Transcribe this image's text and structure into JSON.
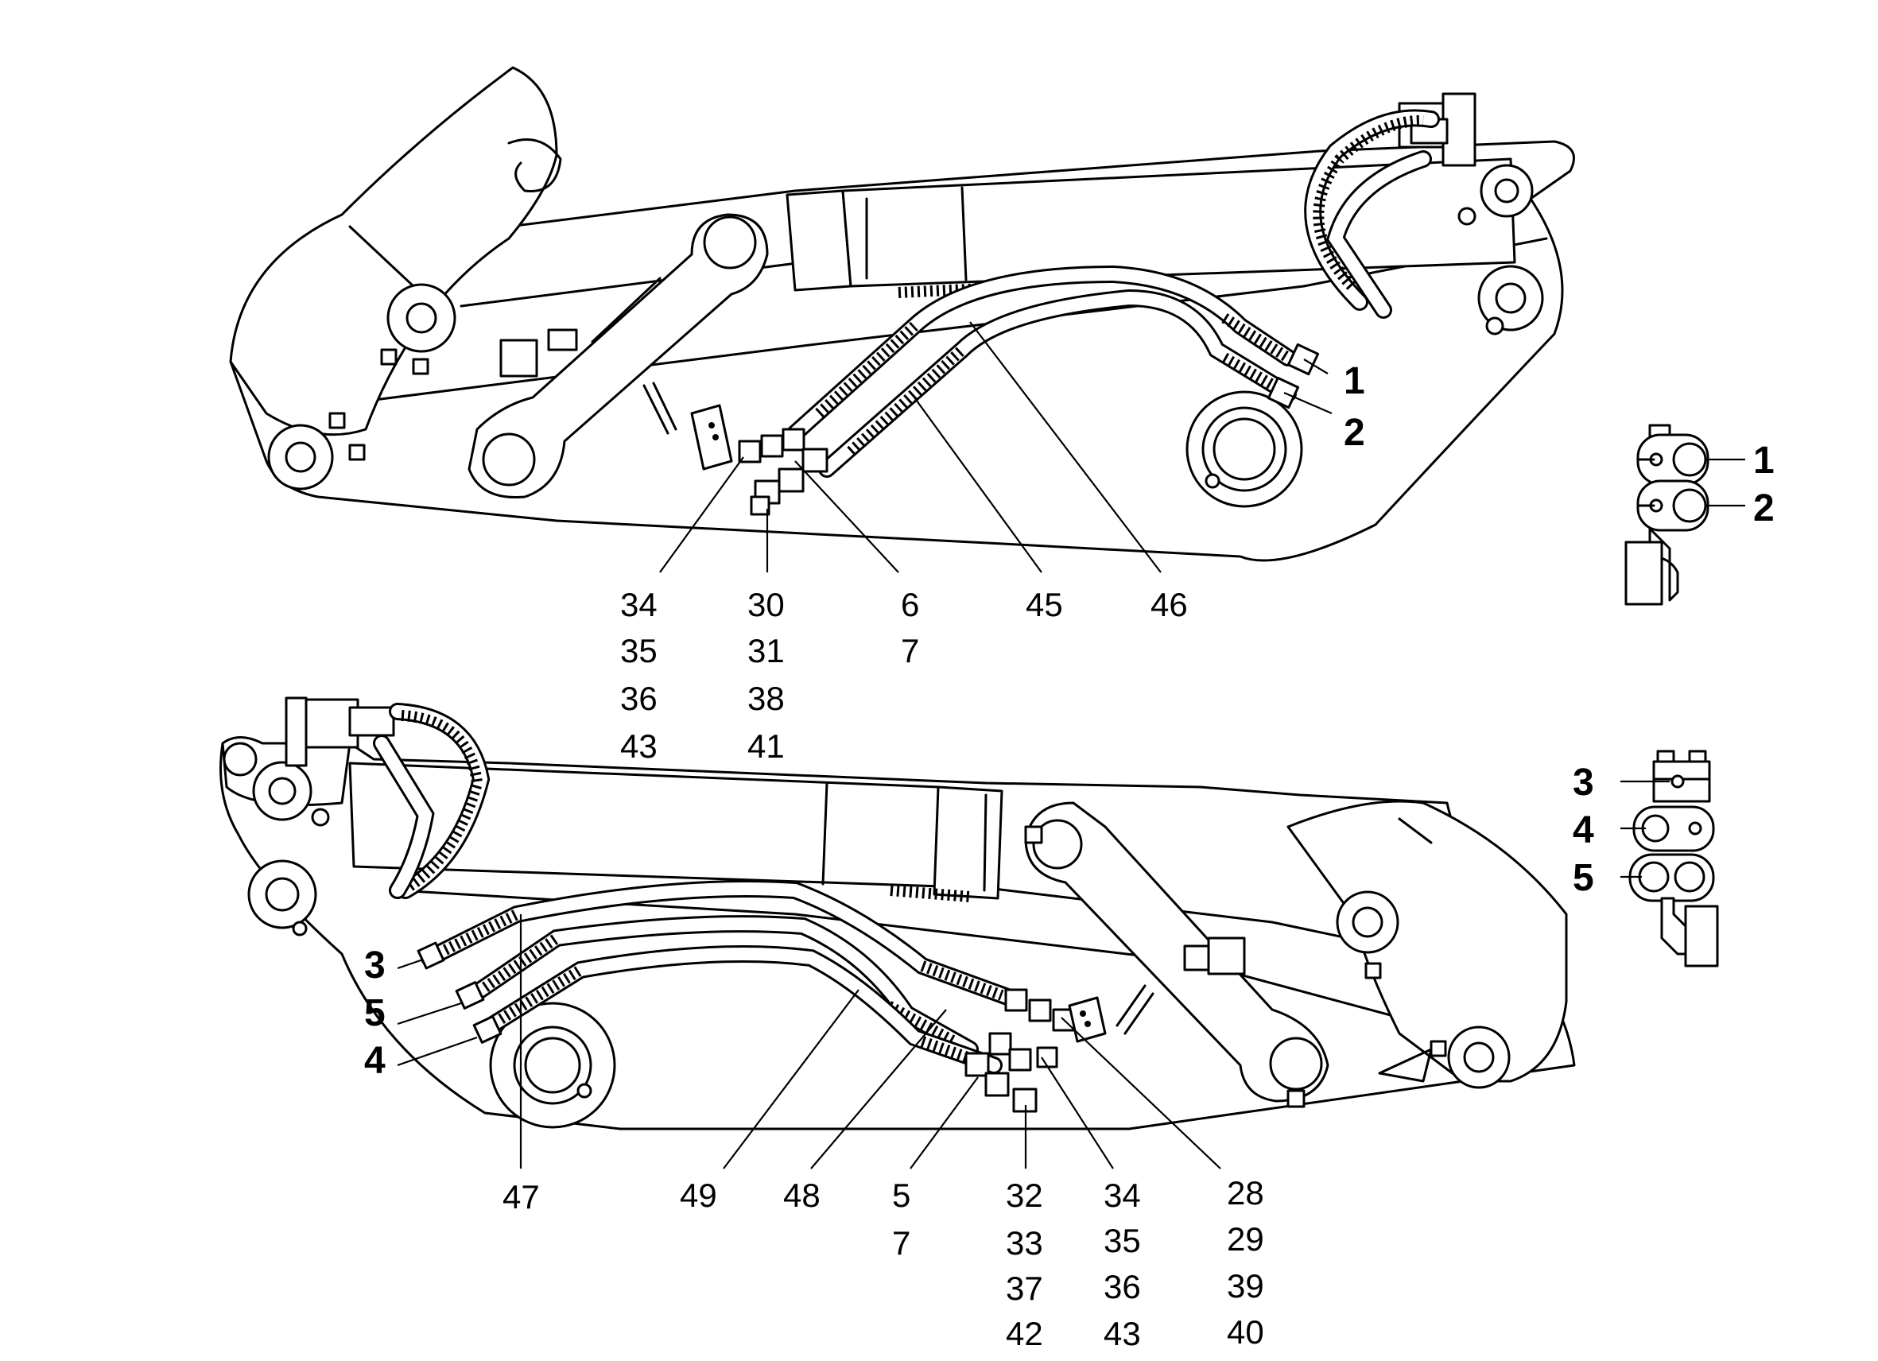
{
  "top_view": {
    "callouts_bold": [
      "1",
      "2"
    ],
    "col_a": [
      "34",
      "35",
      "36",
      "43"
    ],
    "col_b": [
      "30",
      "31",
      "38",
      "41"
    ],
    "col_c": [
      "6",
      "7"
    ],
    "col_d": [
      "45"
    ],
    "col_e": [
      "46"
    ]
  },
  "detail_top": {
    "labels": [
      "1",
      "2"
    ]
  },
  "bottom_view": {
    "callouts_bold": [
      "3",
      "5",
      "4"
    ],
    "col_a": [
      "47"
    ],
    "col_b": [
      "49"
    ],
    "col_c": [
      "48"
    ],
    "col_d": [
      "5",
      "7"
    ],
    "col_e": [
      "32",
      "33",
      "37",
      "42"
    ],
    "col_f": [
      "34",
      "35",
      "36",
      "43"
    ],
    "col_g": [
      "28",
      "29",
      "39",
      "40"
    ]
  },
  "detail_bottom": {
    "labels": [
      "3",
      "4",
      "5"
    ]
  }
}
